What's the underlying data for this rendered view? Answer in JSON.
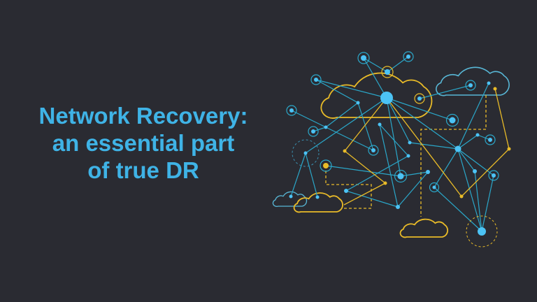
{
  "slide": {
    "title_lines": [
      "Network Recovery:",
      "an essential part",
      "of true DR"
    ]
  },
  "colors": {
    "background": "#2a2b32",
    "title": "#3fb3e6",
    "node_blue": "#4cc3f5",
    "line_blue": "#2aa7c9",
    "line_yellow": "#e9bb28"
  },
  "illustration": {
    "icon": "network-cloud-illustration"
  }
}
